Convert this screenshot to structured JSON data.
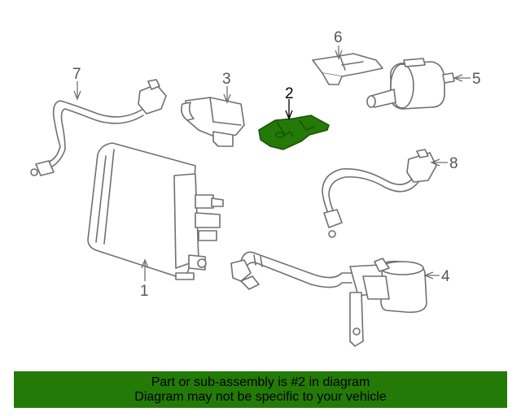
{
  "diagram": {
    "callouts": [
      "1",
      "2",
      "3",
      "4",
      "5",
      "6",
      "7",
      "8"
    ],
    "highlight_color": "#237a07",
    "highlighted_part": "2"
  },
  "footer": {
    "line1": "Part or sub-assembly is #2 in diagram",
    "line2": "Diagram may not be specific to your vehicle",
    "background_color": "#237a07"
  }
}
